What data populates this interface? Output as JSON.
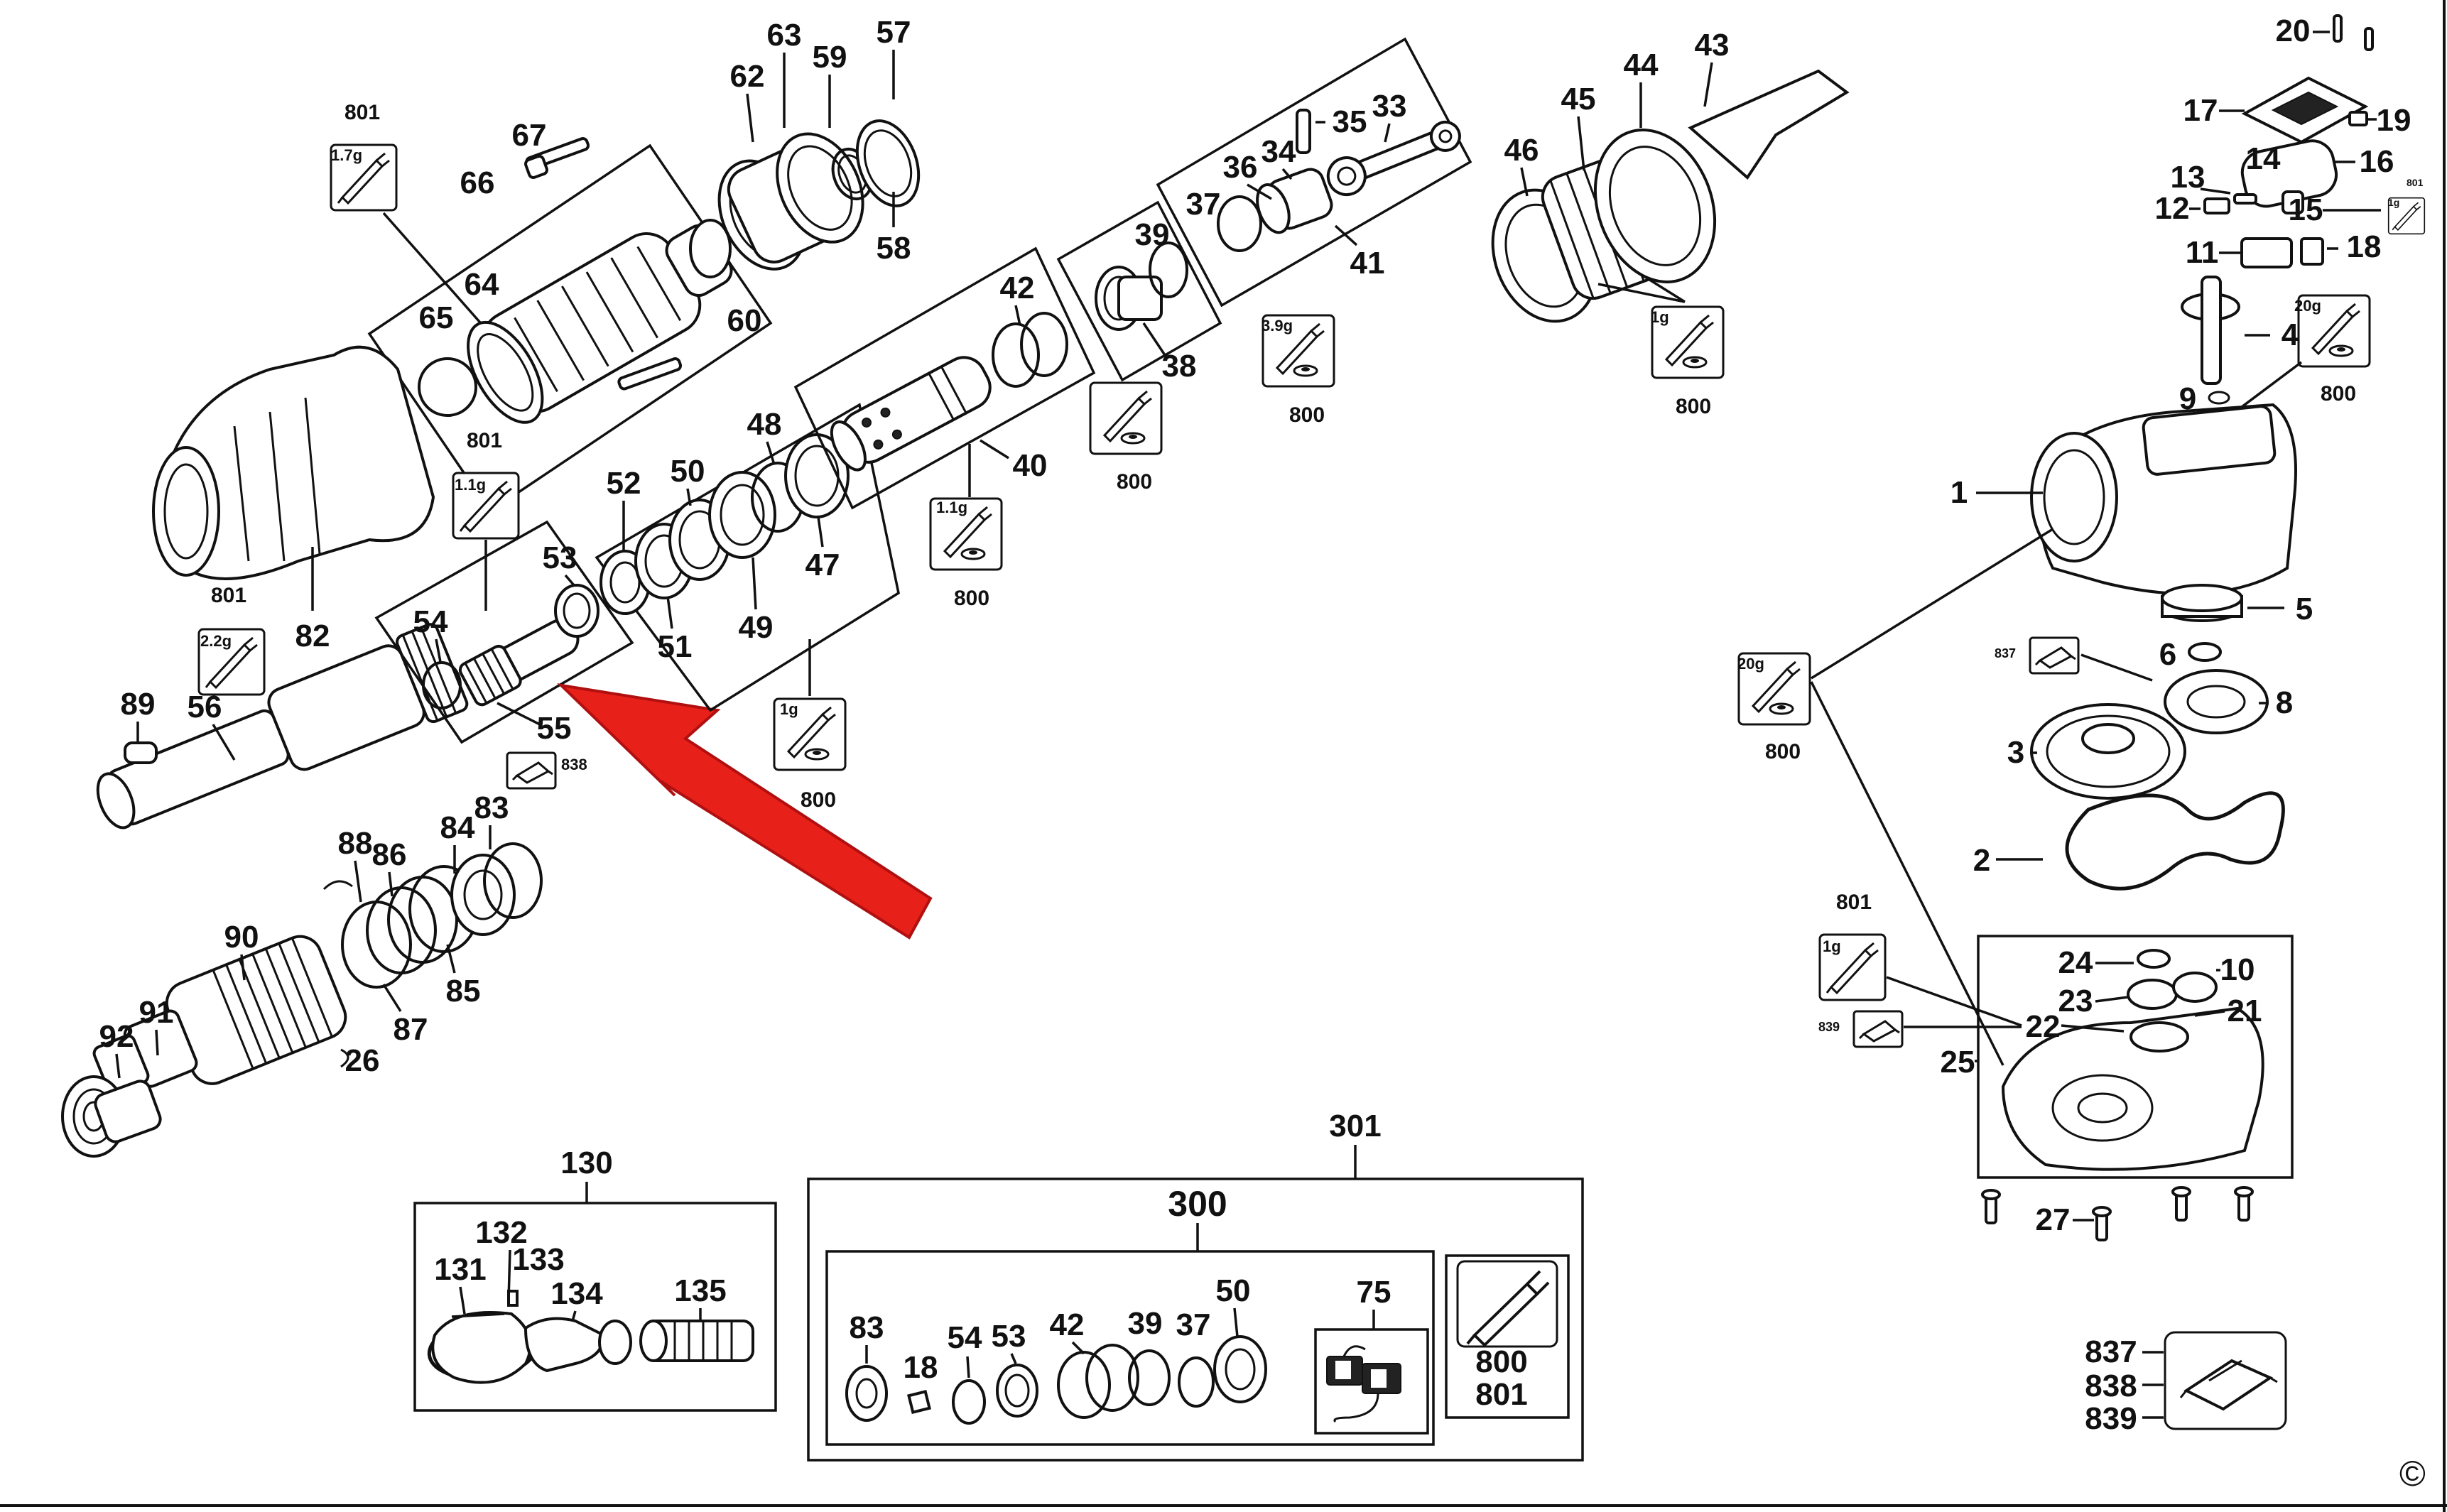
{
  "labels": {
    "l801a": "801",
    "l1_7g": "1.7g",
    "l67": "67",
    "l66": "66",
    "l64": "64",
    "l65": "65",
    "l63": "63",
    "l62": "62",
    "l59": "59",
    "l57": "57",
    "l58": "58",
    "l60": "60",
    "l801b": "801",
    "l1_1g_a": "1.1g",
    "l82": "82",
    "l801c": "801",
    "l2_2g": "2.2g",
    "l89": "89",
    "l56": "56",
    "l52": "52",
    "l50": "50",
    "l53": "53",
    "l54": "54",
    "l51": "51",
    "l55": "55",
    "l838a": "838",
    "l49": "49",
    "l48": "48",
    "l47": "47",
    "l42": "42",
    "l40": "40",
    "l1_1g_b": "1.1g",
    "l800a": "800",
    "l39": "39",
    "l38": "38",
    "l800b": "800",
    "l37": "37",
    "l36": "36",
    "l34": "34",
    "l35": "35",
    "l33": "33",
    "l41": "41",
    "l3_9g": "3.9g",
    "l800c": "800",
    "l1g_a": "1g",
    "l800d": "800",
    "l43": "43",
    "l44": "44",
    "l45": "45",
    "l46": "46",
    "l1g_b": "1g",
    "l800e": "800",
    "l20": "20",
    "l17": "17",
    "l19": "19",
    "l14": "14",
    "l16": "16",
    "l13": "13",
    "l12": "12",
    "l15": "15",
    "l1g_c": "1g",
    "l801d": "801",
    "l11": "11",
    "l18": "18",
    "l4": "4",
    "l20g_a": "20g",
    "l800f": "800",
    "l9": "9",
    "l1": "1",
    "l5": "5",
    "l837a": "837",
    "l6": "6",
    "l8": "8",
    "l20g_b": "20g",
    "l800g": "800",
    "l3": "3",
    "l2": "2",
    "l801e": "801",
    "l1g_d": "1g",
    "l839a": "839",
    "l24": "24",
    "l10": "10",
    "l23": "23",
    "l21": "21",
    "l22": "22",
    "l25": "25",
    "l27": "27",
    "l88": "88",
    "l86": "86",
    "l84": "84",
    "l83": "83",
    "l90": "90",
    "l85": "85",
    "l87": "87",
    "l92": "92",
    "l91": "91",
    "l26": "26",
    "l130": "130",
    "l131": "131",
    "l132": "132",
    "l133": "133",
    "l134": "134",
    "l135": "135",
    "l301": "301",
    "l300": "300",
    "k83": "83",
    "k18": "18",
    "k54": "54",
    "k53": "53",
    "k42": "42",
    "k39": "39",
    "k37": "37",
    "k50": "50",
    "k75": "75",
    "k800": "800",
    "k801": "801",
    "l837b": "837",
    "l838b": "838",
    "l839b": "839",
    "copyright": "©"
  },
  "colors": {
    "arrow": "#e8201a",
    "arrow_edge": "#b01010",
    "ink": "#111111",
    "background": "#ffffff"
  },
  "icons": [
    "grease-tube-icon",
    "brush-holder-icon",
    "carbon-brush-icon",
    "spacer-plate-icon",
    "callout-arrow-icon"
  ]
}
